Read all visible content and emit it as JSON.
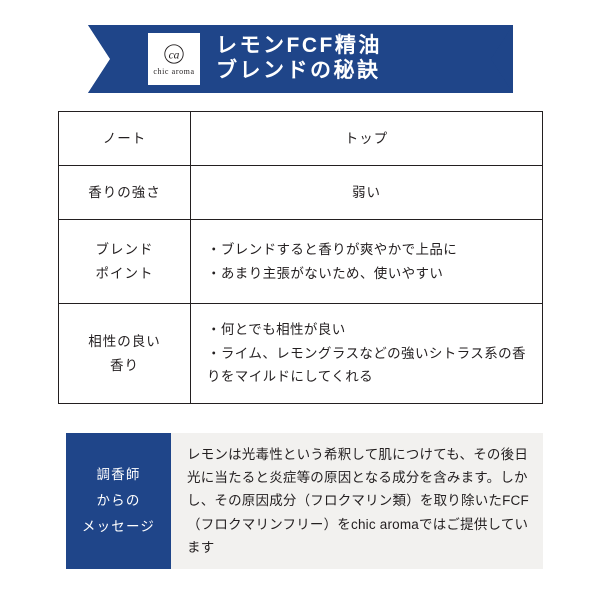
{
  "banner": {
    "logo": {
      "monogram": "ca",
      "wordmark": "chic aroma"
    },
    "title_line1": "レモンFCF精油",
    "title_line2": "ブレンドの秘訣",
    "accent_color": "#1f4589"
  },
  "table": {
    "rows": [
      {
        "label": "ノート",
        "value": "トップ",
        "align": "center"
      },
      {
        "label": "香りの強さ",
        "value": "弱い",
        "align": "center"
      },
      {
        "label": "ブレンド\nポイント",
        "value": "・ブレンドすると香りが爽やかで上品に\n・あまり主張がないため、使いやすい",
        "align": "left"
      },
      {
        "label": "相性の良い\n香り",
        "value": "・何とでも相性が良い\n・ライム、レモングラスなどの強いシトラス系の香りをマイルドにしてくれる",
        "align": "left"
      }
    ]
  },
  "message": {
    "label_line1": "調香師",
    "label_line2": "からの",
    "label_line3": "メッセージ",
    "body": "レモンは光毒性という希釈して肌につけても、その後日光に当たると炎症等の原因となる成分を含みます。しかし、その原因成分（フロクマリン類）を取り除いたFCF（フロクマリンフリー）をchic aromaではご提供しています",
    "label_background": "#1f4589",
    "body_background": "#f2f1ef"
  }
}
